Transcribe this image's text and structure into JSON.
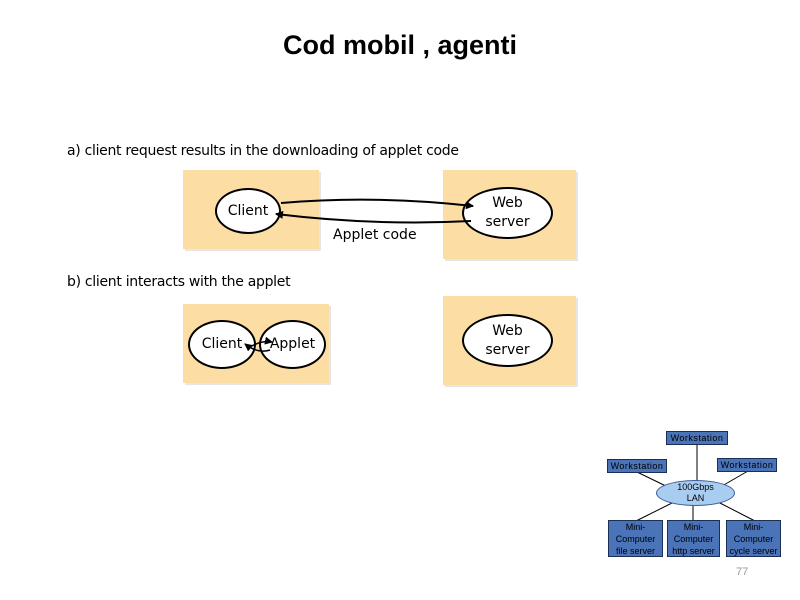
{
  "title": "Cod mobil , agenti",
  "section_a": {
    "caption": "a) client request results in the downloading of applet code",
    "client_label": "Client",
    "web_server_line1": "Web",
    "web_server_line2": "server",
    "arrow_label": "Applet code"
  },
  "section_b": {
    "caption": "b) client  interacts with the applet",
    "client_label": "Client",
    "applet_label": "Applet",
    "web_server_line1": "Web",
    "web_server_line2": "server"
  },
  "network": {
    "workstation_top": "Workstation",
    "workstation_left": "Workstation",
    "workstation_right": "Workstation",
    "lan_line1": "100Gbps",
    "lan_line2": "LAN",
    "mini_file": [
      "Mini-",
      "Computer",
      "file server"
    ],
    "mini_http": [
      "Mini-",
      "Computer",
      "http server"
    ],
    "mini_cycle": [
      "Mini-",
      "Computer",
      "cycle server"
    ]
  },
  "page_number": "77",
  "colors": {
    "panel": "#fcdea4",
    "network_box": "#4a73b8",
    "lan_ellipse": "#a9cdf0"
  }
}
